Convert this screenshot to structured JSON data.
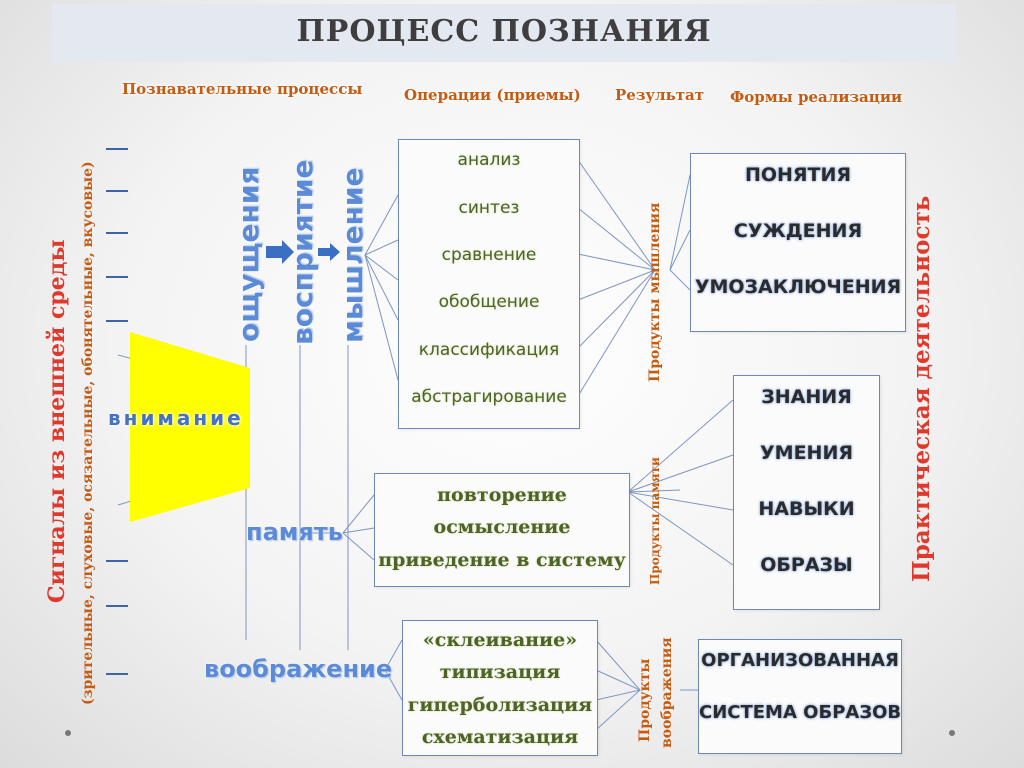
{
  "title": "ПРОЦЕСС ПОЗНАНИЯ",
  "headers": {
    "processes": "Познавательные процессы",
    "operations": "Операции (приемы)",
    "result": "Результат",
    "forms": "Формы реализации"
  },
  "signals": {
    "main": "Сигналы из внешней среды",
    "sub": "(зрительные, слуховые, осязательные, обонятельные, вкусовые)"
  },
  "attention": "внимание",
  "processes": {
    "sensation": "ощущения",
    "perception": "восприятие",
    "thinking": "мышление",
    "memory": "память",
    "imagination": "воображение"
  },
  "thinking_operations": [
    "анализ",
    "синтез",
    "сравнение",
    "обобщение",
    "классификация",
    "абстрагирование"
  ],
  "memory_operations": [
    "повторение",
    "осмысление",
    "приведение в систему"
  ],
  "imagination_operations": [
    "«склеивание»",
    "типизация",
    "гиперболизация",
    "схематизация"
  ],
  "products": {
    "thinking": "Продукты мышления",
    "memory": "Продукты памяти",
    "imagination": [
      "Продукты",
      "воображения"
    ]
  },
  "thinking_results": [
    "ПОНЯТИЯ",
    "СУЖДЕНИЯ",
    "УМОЗАКЛЮЧЕНИЯ"
  ],
  "memory_results": [
    "ЗНАНИЯ",
    "УМЕНИЯ",
    "НАВЫКИ",
    "ОБРАЗЫ"
  ],
  "imagination_results": [
    "ОРГАНИЗОВАННАЯ",
    "СИСТЕМА ОБРАЗОВ"
  ],
  "practice": "Практическая деятельность",
  "colors": {
    "accent_orange": "#c55a11",
    "signals_red": "#e0382b",
    "process_blue": "#5b8bd6",
    "attention_yellow": "#ffff00",
    "operations_green": "#4f6228",
    "box_border": "#6d87b7"
  }
}
